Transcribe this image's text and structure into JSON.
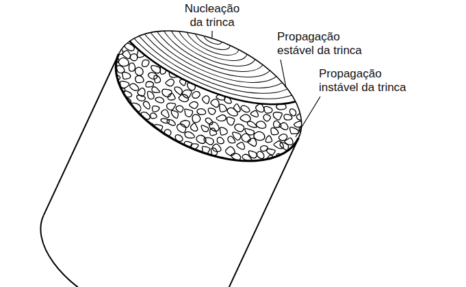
{
  "diagram": {
    "labels": [
      "Nucleação da trinca",
      "Propagação estável da trinca",
      "Propagação instável da trinca"
    ]
  }
}
